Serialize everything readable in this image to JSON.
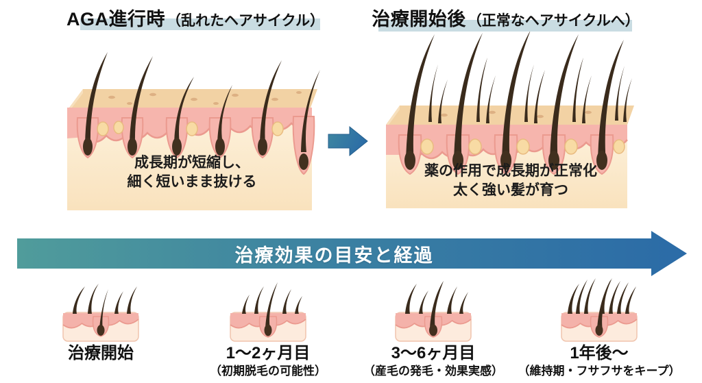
{
  "panels": {
    "before": {
      "title_main": "AGA進行時",
      "title_sub": "（乱れたヘアサイクル）",
      "caption_line1": "成長期が短縮し、",
      "caption_line2": "細く短いまま抜ける"
    },
    "after": {
      "title_main": "治療開始後",
      "title_sub": "（正常なヘアサイクルへ）",
      "caption_line1": "薬の作用で成長期が正常化",
      "caption_line2": "太く強い髪が育つ"
    }
  },
  "banner": {
    "label": "治療効果の目安と経過"
  },
  "timeline": {
    "stages": [
      {
        "label": "治療開始",
        "sublabel": ""
      },
      {
        "label": "1〜2ヶ月目",
        "sublabel": "（初期脱毛の可能性）"
      },
      {
        "label": "3〜6ヶ月目",
        "sublabel": "（産毛の発毛・効果実感）"
      },
      {
        "label": "1年後〜",
        "sublabel": "（維持期・フサフサをキープ）"
      }
    ]
  },
  "icons": {
    "flow_arrow": "right-arrow",
    "banner_arrow": "right-arrow-banner"
  },
  "colors": {
    "title_highlight": "#c9dce2",
    "banner_gradient_start": "#509c9b",
    "banner_gradient_end": "#2b6ba7",
    "flow_arrow_start": "#3f87a0",
    "flow_arrow_end": "#2c6da6",
    "hair": "#3a2b1c",
    "hair_bulb": "#41301f",
    "skin_top": "#f2d2a4",
    "skin_dermis_pink": "#f6b5ad",
    "skin_wave_line": "#eb9a8f",
    "skin_cream_light": "#fdf2dd",
    "skin_cream_dark": "#f9e2bd",
    "gland_yellow": "#f8dba4",
    "banner_text": "#ffffff"
  }
}
